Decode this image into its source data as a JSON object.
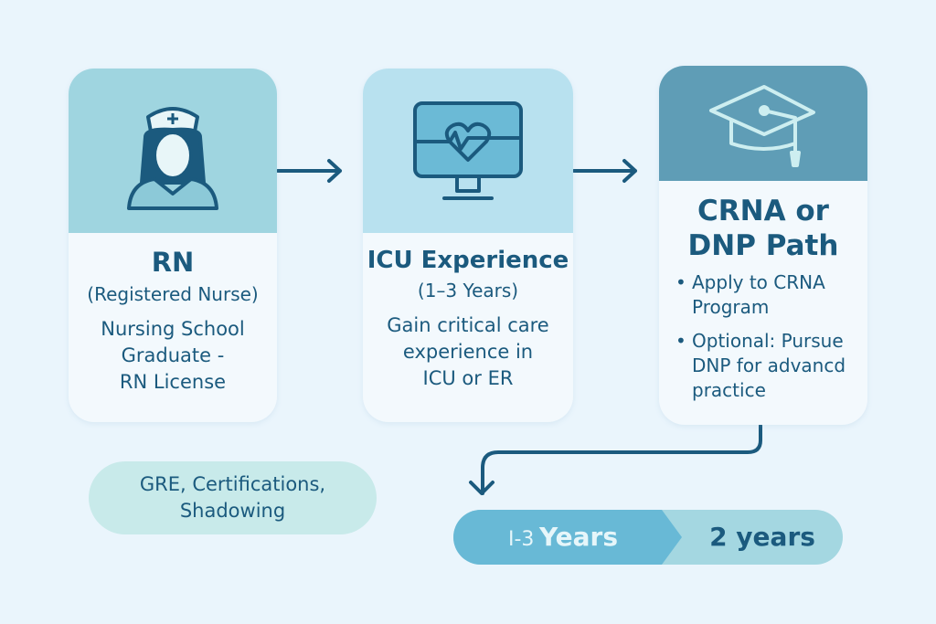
{
  "cards": [
    {
      "title": "RN",
      "subtitle": "(Registered Nurse)",
      "desc": [
        "Nursing School",
        "Graduate -",
        "RN License"
      ],
      "icon": "nurse-icon"
    },
    {
      "title": "ICU Experience",
      "subtitle": "(1–3 Years)",
      "desc": [
        "Gain critical care",
        "experience in",
        "ICU or ER"
      ],
      "icon": "heart-monitor-icon"
    },
    {
      "title_lines": [
        "CRNA or",
        "DNP Path"
      ],
      "bullets": [
        "Apply to CRNA Program",
        "Optional: Pursue DNP for advancd practice"
      ],
      "icon": "graduation-cap-icon"
    }
  ],
  "prereq": {
    "lines": [
      "GRE, Certifications,",
      "Shadowing"
    ]
  },
  "timeline": {
    "left": "I-3",
    "left_bold": "Years",
    "right": "2 years"
  },
  "colors": {
    "background": "#eaf5fc",
    "text": "#1b5a7e",
    "card1_top": "#9fd5e0",
    "card2_top": "#b8e1ef",
    "card3_top": "#5f9db6"
  }
}
